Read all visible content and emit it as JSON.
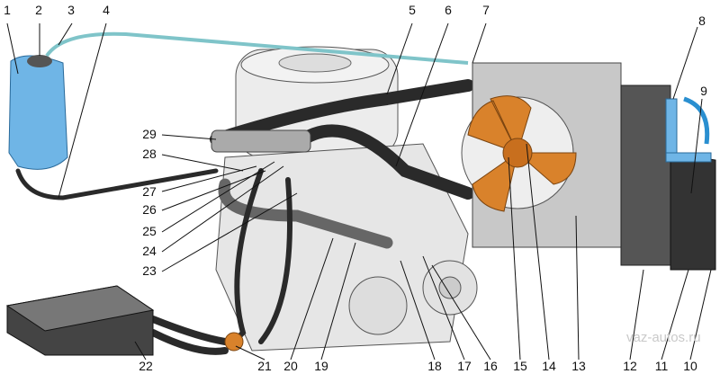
{
  "diagram": {
    "callouts": [
      "1",
      "2",
      "3",
      "4",
      "5",
      "6",
      "7",
      "8",
      "9",
      "10",
      "11",
      "12",
      "13",
      "14",
      "15",
      "16",
      "17",
      "18",
      "19",
      "20",
      "21",
      "22",
      "23",
      "24",
      "25",
      "26",
      "27",
      "28",
      "29"
    ],
    "watermark": "vaz-autos.ru",
    "colors": {
      "coolant": "#7fc4c9",
      "hose": "#2a2a2a",
      "fan": "#d9822b",
      "arrow": "#2a8fd0",
      "radiator": "#9a9a9a",
      "engine": "#e4e4e4"
    }
  }
}
